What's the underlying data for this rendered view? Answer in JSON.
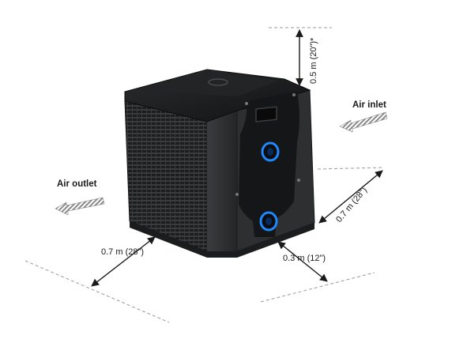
{
  "labels": {
    "air_inlet": "Air inlet",
    "air_outlet": "Air outlet",
    "clearance_top": "0.5 m (20\")*",
    "clearance_back": "0.7 m (28\")",
    "clearance_left": "0.7 m (28\")",
    "clearance_side": "0.3 m (12\")"
  },
  "colors": {
    "unit_body": "#2e2f31",
    "unit_lid": "#1b1c1d",
    "panel": "#151617",
    "port_ring": "#1e88ff",
    "arrow": "#8a8a8a",
    "dim_line": "#1a1a1a",
    "guide_line": "#9a9a9a"
  },
  "icons": {
    "inlet_arrow": "hatched-arrow-left",
    "outlet_arrow": "hatched-arrow-left"
  }
}
